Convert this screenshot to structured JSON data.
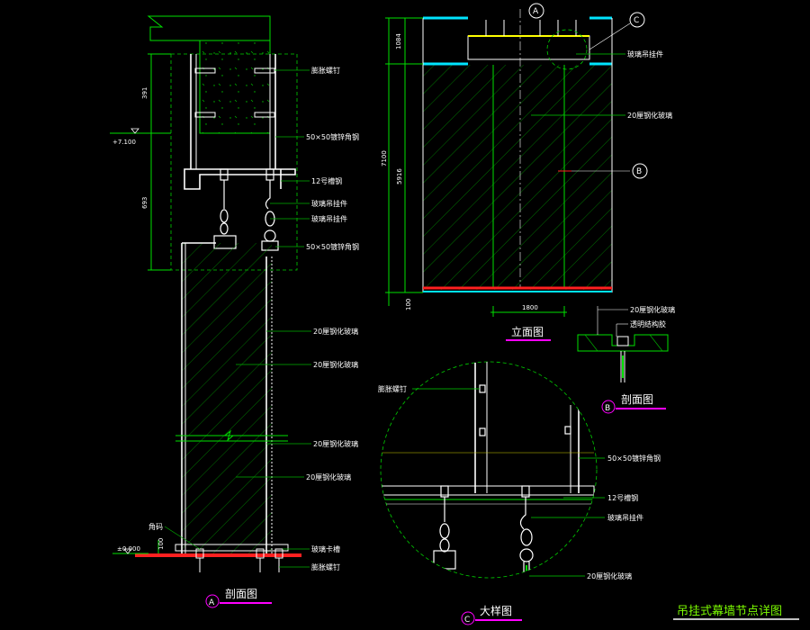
{
  "labels": {
    "expansion_bolt": "膨胀螺钉",
    "angle_steel": "50×50镀锌角钢",
    "channel_steel": "12号槽钢",
    "glass_hanger": "玻璃吊挂件",
    "tempered_glass": "20厘钢化玻璃",
    "corner_code": "角码",
    "glass_clip": "玻璃卡槽",
    "structural_glue": "透明结构胶"
  },
  "dimensions": {
    "d391": "391",
    "d693": "693",
    "d1084": "1084",
    "d7100": "7100",
    "d5916": "5916",
    "d100a": "100",
    "d100b": "100",
    "d1800": "1800"
  },
  "elevations": {
    "top": "+7.100",
    "zero": "±0.000"
  },
  "markers": {
    "a": "A",
    "b": "B",
    "c": "C"
  },
  "titles": {
    "section_a": "剖面图",
    "section_b": "剖面图",
    "elevation": "立面图",
    "detail": "大样图",
    "drawing_title": "吊挂式幕墙节点详图"
  },
  "colors": {
    "background": "#000000",
    "line_green": "#00e000",
    "cyan": "#00e5ff",
    "red": "#ff2020",
    "magenta": "#ff00ff",
    "title_green": "#7CFC00"
  }
}
